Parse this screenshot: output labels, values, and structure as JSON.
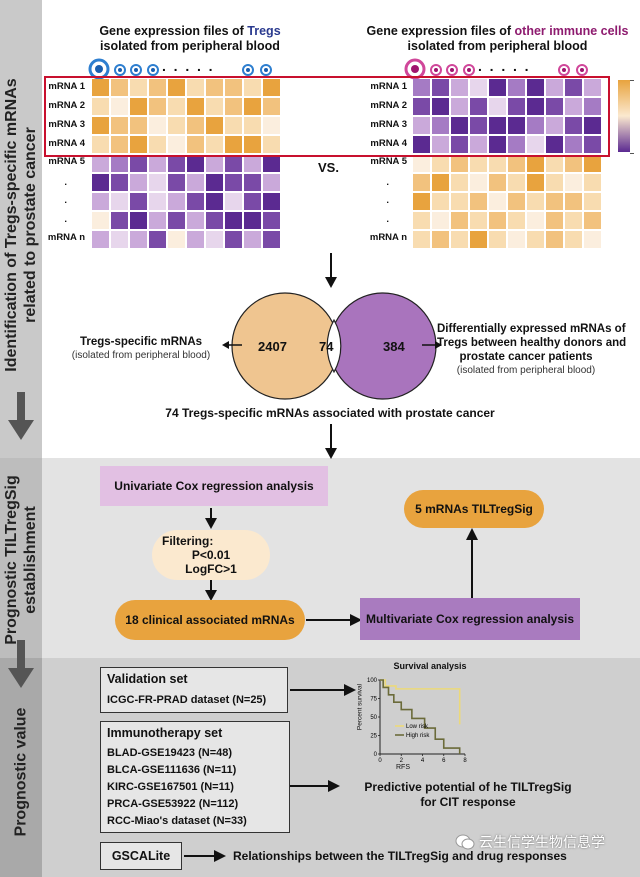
{
  "section_labels": {
    "s1": [
      "Identification of Tregs-specific mRNAs",
      "related to prostate cancer"
    ],
    "s2": [
      "Prognostic TILTregSig",
      "establishment"
    ],
    "s3": "Prognostic value"
  },
  "heatmap_left": {
    "title_prefix": "Gene expression files of ",
    "title_highlight": "Tregs",
    "title_line2": "isolated from peripheral blood"
  },
  "heatmap_right": {
    "title_prefix": "Gene expression files of ",
    "title_highlight": "other immune cells",
    "title_line2": "isolated from peripheral blood"
  },
  "row_labels": [
    "mRNA 1",
    "mRNA 2",
    "mRNA 3",
    "mRNA 4",
    "mRNA 5",
    ".",
    ".",
    ".",
    "mRNA n"
  ],
  "dots": ".  .  .  .  .",
  "vs": "VS.",
  "colors": {
    "orange": "#e8a33e",
    "purple": "#5b2a91",
    "highlight_box": "#c8102e",
    "tregs_text": "#2a3a8f",
    "other_text": "#8e1b6f"
  },
  "venn": {
    "left_count": "2407",
    "overlap_count": "74",
    "right_count": "384",
    "left_label": "Tregs-specific mRNAs",
    "left_sub": "(isolated from peripheral blood)",
    "right_label_1": "Differentially expressed mRNAs of",
    "right_label_2": "Tregs between healthy donors and",
    "right_label_3": "prostate cancer patients",
    "right_sub": "(isolated from peripheral blood)",
    "result": "74 Tregs-specific mRNAs associated with prostate cancer"
  },
  "flow": {
    "univariate": "Univariate Cox regression analysis",
    "filter_1": "Filtering:",
    "filter_2": "P<0.01",
    "filter_3": "LogFC>1",
    "clinical": "18 clinical associated mRNAs",
    "multivariate": "Multivariate Cox regression analysis",
    "signature": "5 mRNAs TILTregSig"
  },
  "validation": {
    "title": "Validation set",
    "dataset": "ICGC-FR-PRAD dataset (N=25)"
  },
  "immunotherapy": {
    "title": "Immunotherapy set",
    "datasets": [
      "BLAD-GSE19423 (N=48)",
      "BLCA-GSE111636 (N=11)",
      "KIRC-GSE167501 (N=11)",
      "PRCA-GSE53922 (N=112)",
      "RCC-Miao's dataset (N=33)"
    ]
  },
  "survival": {
    "title": "Survival analysis",
    "ylabel": "Percent survival",
    "xlabel": "RFS",
    "yticks": [
      "100",
      "75",
      "50",
      "25",
      "0"
    ],
    "xticks": [
      "0",
      "2",
      "4",
      "6",
      "8"
    ],
    "legend_low": "Low risk",
    "legend_high": "High risk",
    "low_color": "#ecd97a",
    "high_color": "#6b6b3a"
  },
  "prediction": [
    "Predictive potential of he TILTregSig",
    "for CIT response"
  ],
  "gscalite": {
    "label": "GSCALite",
    "relation": "Relationships between the TILTregSig and drug responses"
  },
  "watermark": "云生信学生物信息学"
}
